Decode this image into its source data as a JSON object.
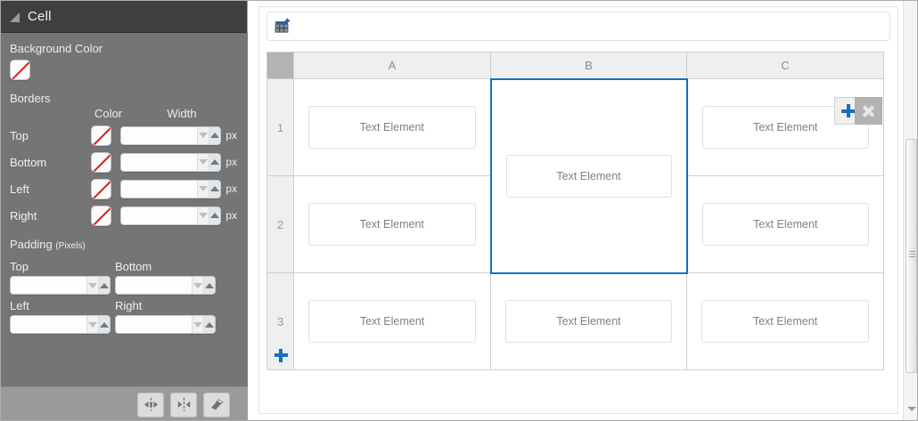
{
  "sidebar": {
    "title": "Cell",
    "collapse_icon": "triangle-collapse-icon",
    "background_color": {
      "label": "Background Color",
      "swatch_icon": "no-color-swatch-icon",
      "value": ""
    },
    "borders": {
      "label": "Borders",
      "col_color": "Color",
      "col_width": "Width",
      "unit": "px",
      "rows": [
        {
          "label": "Top",
          "color": "",
          "width": ""
        },
        {
          "label": "Bottom",
          "color": "",
          "width": ""
        },
        {
          "label": "Left",
          "color": "",
          "width": ""
        },
        {
          "label": "Right",
          "color": "",
          "width": ""
        }
      ]
    },
    "padding": {
      "label": "Padding",
      "sub_label": "(Pixels)",
      "fields": [
        {
          "label": "Top",
          "value": ""
        },
        {
          "label": "Bottom",
          "value": ""
        },
        {
          "label": "Left",
          "value": ""
        },
        {
          "label": "Right",
          "value": ""
        }
      ]
    },
    "footer_buttons": [
      {
        "name": "distribute-horizontally-icon",
        "title": "Expand"
      },
      {
        "name": "collapse-horizontally-icon",
        "title": "Collapse"
      },
      {
        "name": "eraser-icon",
        "title": "Clear"
      }
    ]
  },
  "main": {
    "toolbar": {
      "insert_table_icon": "insert-table-icon"
    },
    "table": {
      "column_headers": [
        "A",
        "B",
        "C"
      ],
      "row_headers": [
        "1",
        "2",
        "3"
      ],
      "selected_column": "B",
      "add_column_label": "+",
      "close_column_label": "×",
      "add_row_label": "+",
      "cells": [
        {
          "row": 1,
          "col": "A",
          "text": "Text Element"
        },
        {
          "row": 1,
          "col": "B",
          "text": "Text Element",
          "rowspan": 2,
          "selected": true
        },
        {
          "row": 1,
          "col": "C",
          "text": "Text Element"
        },
        {
          "row": 2,
          "col": "A",
          "text": "Text Element"
        },
        {
          "row": 2,
          "col": "C",
          "text": "Text Element"
        },
        {
          "row": 3,
          "col": "A",
          "text": "Text Element"
        },
        {
          "row": 3,
          "col": "B",
          "text": "Text Element"
        },
        {
          "row": 3,
          "col": "C",
          "text": "Text Element"
        }
      ]
    },
    "scrollbar": {
      "orientation": "vertical",
      "down_arrow_icon": "triangle-down-icon"
    }
  },
  "colors": {
    "accent": "#1271c0",
    "sidebar_bg": "#757575",
    "sidebar_header_bg": "#3f3f3f",
    "sidebar_footer_bg": "#9a9a9a",
    "header_cell_bg": "#efefef",
    "corner_bg": "#b3b3b3",
    "no_color_stripe": "#d42020"
  }
}
